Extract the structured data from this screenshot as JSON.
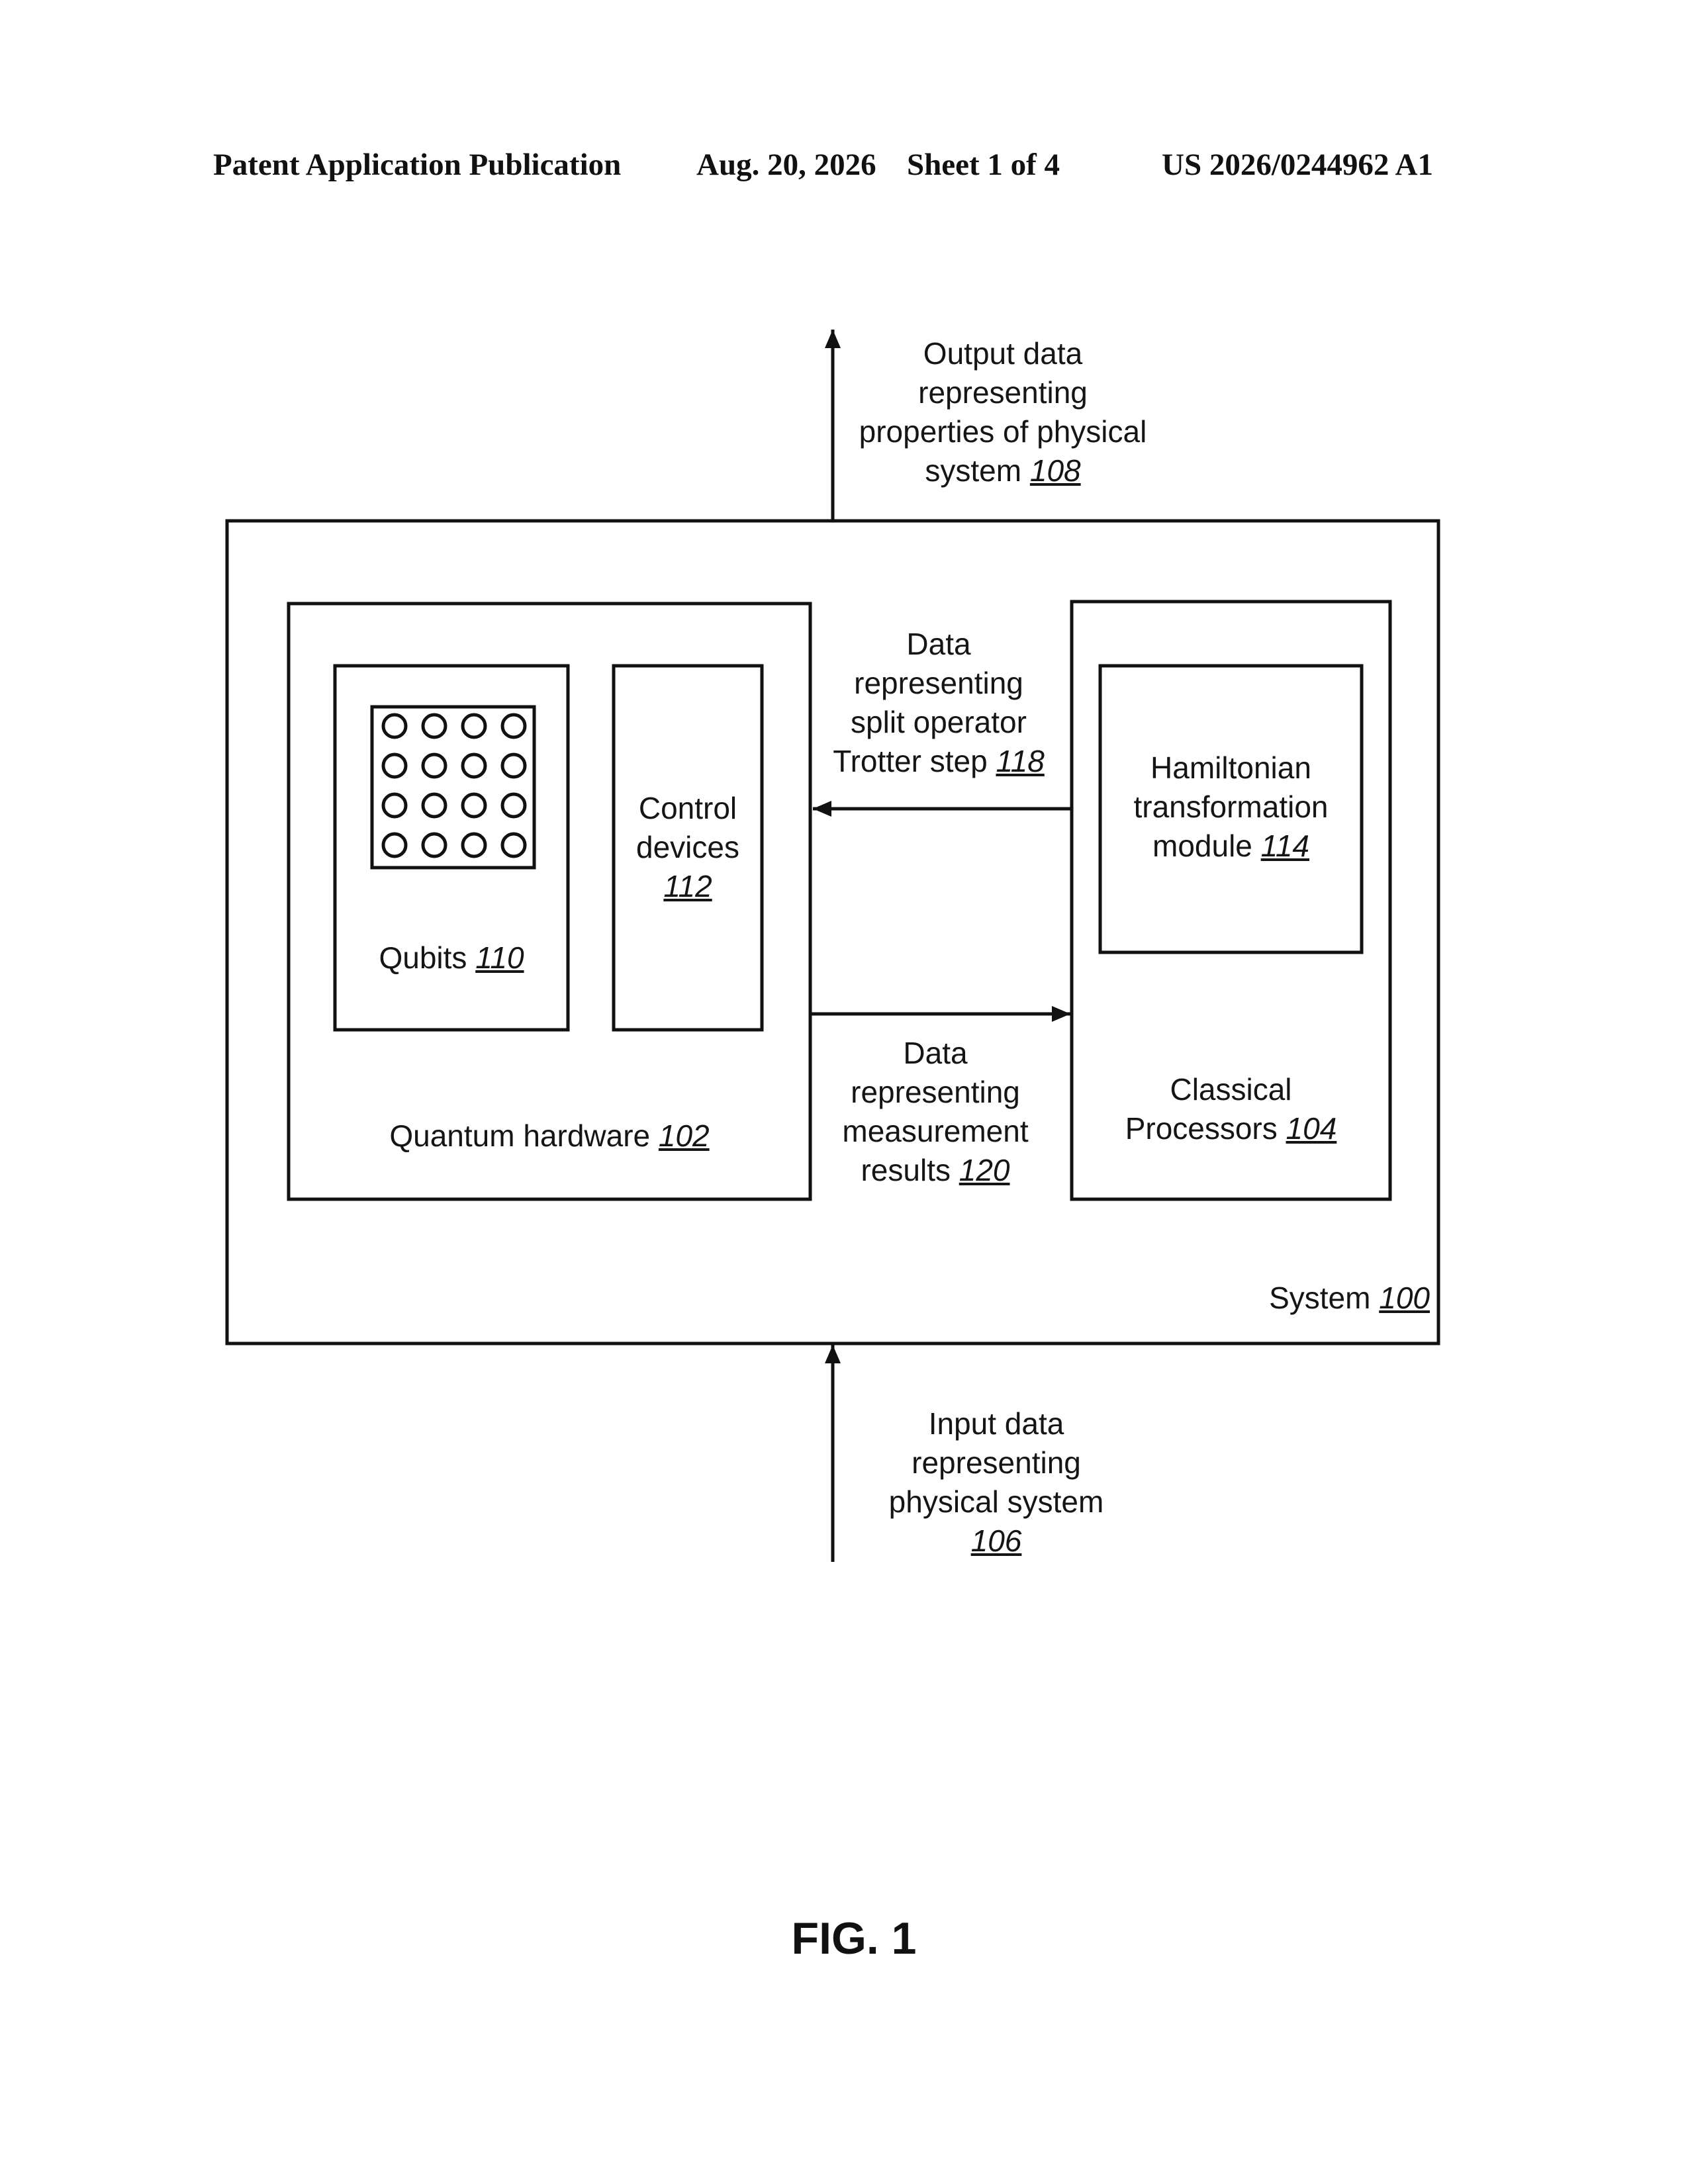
{
  "header": {
    "publication": "Patent Application Publication",
    "date": "Aug. 20, 2026",
    "sheet": "Sheet 1 of 4",
    "number": "US 2026/0244962 A1"
  },
  "diagram": {
    "output": {
      "lines": [
        "Output data",
        "representing",
        "properties of physical",
        "system"
      ],
      "ref": "108"
    },
    "input": {
      "lines": [
        "Input data",
        "representing",
        "physical system"
      ],
      "ref": "106"
    },
    "system": {
      "text": "System",
      "ref": "100"
    },
    "quantum_hardware": {
      "text": "Quantum hardware",
      "ref": "102"
    },
    "qubits": {
      "text": "Qubits",
      "ref": "110"
    },
    "control_devices": {
      "lines": [
        "Control",
        "devices"
      ],
      "ref": "112"
    },
    "classical_processors": {
      "lines": [
        "Classical",
        "Processors"
      ],
      "ref": "104"
    },
    "hamiltonian_module": {
      "lines": [
        "Hamiltonian",
        "transformation",
        "module"
      ],
      "ref": "114"
    },
    "trotter_data": {
      "lines": [
        "Data",
        "representing",
        "split operator",
        "Trotter step"
      ],
      "ref": "118"
    },
    "measurement_data": {
      "lines": [
        "Data",
        "representing",
        "measurement",
        "results"
      ],
      "ref": "120"
    }
  },
  "figure": {
    "label": "FIG. 1"
  }
}
